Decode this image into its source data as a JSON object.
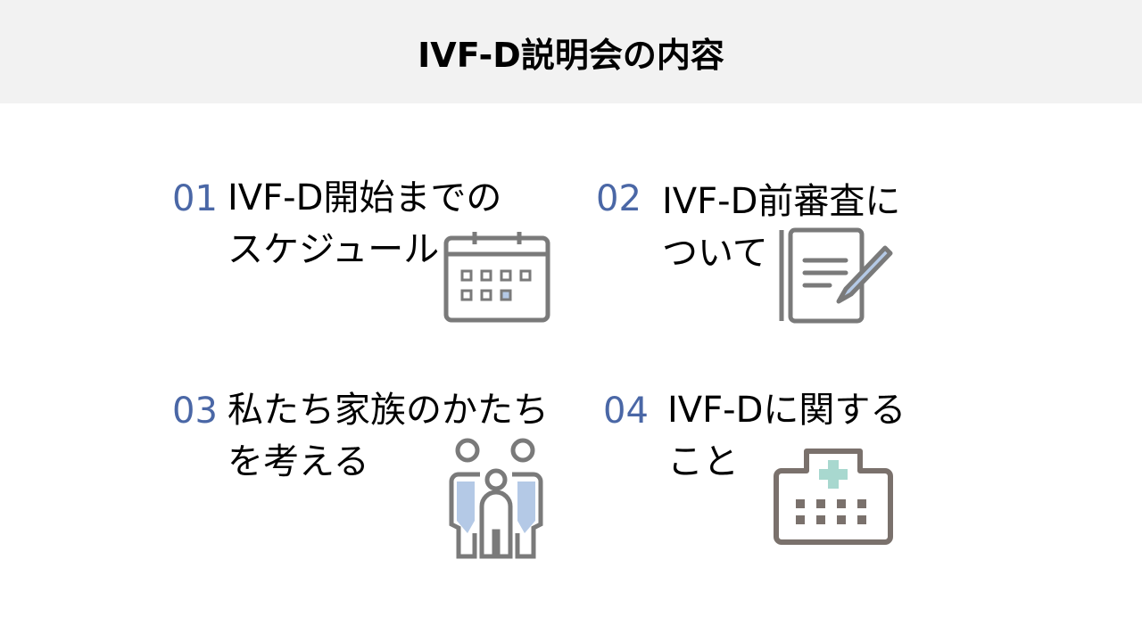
{
  "title": "IVF-D説明会の内容",
  "items": [
    {
      "number": "01",
      "line1": "IVF-D開始までの",
      "line2": "スケジュール",
      "icon": "calendar-icon"
    },
    {
      "number": "02",
      "line1": "IVF-D前審査に",
      "line2": "ついて",
      "icon": "document-pen-icon"
    },
    {
      "number": "03",
      "line1": "私たち家族のかたち",
      "line2": "を考える",
      "icon": "family-icon"
    },
    {
      "number": "04",
      "line1": "IVF-Dに関する",
      "line2": "こと",
      "icon": "hospital-icon"
    }
  ],
  "colors": {
    "accent": "#4a67a6",
    "icon_gray": "#7a7a7a",
    "icon_blue": "#b4c9e6",
    "cross": "#a8d8cf"
  }
}
